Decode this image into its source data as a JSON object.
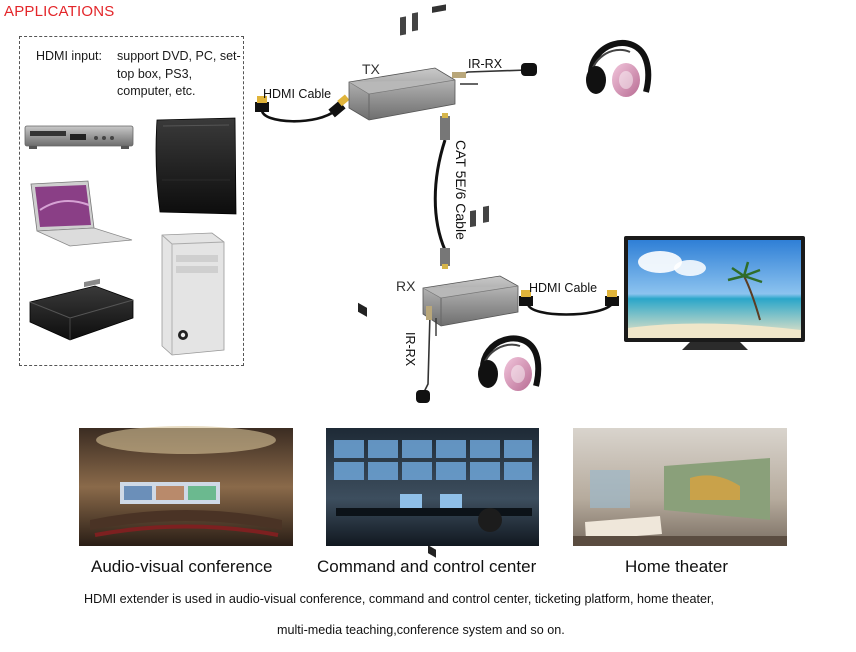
{
  "title": "APPLICATIONS",
  "source": {
    "label": "HDMI input:",
    "description": "support DVD, PC, set-top box, PS3, computer, etc."
  },
  "labels": {
    "tx": "TX",
    "rx": "RX",
    "hdmi_cable_tx": "HDMI Cable",
    "hdmi_cable_rx": "HDMI Cable",
    "ir_rx_tx": "IR-RX",
    "ir_rx_rx": "IR-RX",
    "cat_cable": "CAT 5E/6 Cable"
  },
  "scenarios": [
    {
      "caption": "Audio-visual conference",
      "icon": "conference-room-photo"
    },
    {
      "caption": "Command and control center",
      "icon": "control-center-photo"
    },
    {
      "caption": "Home theater",
      "icon": "home-theater-photo"
    }
  ],
  "footer": {
    "line1": "HDMI extender is used in audio-visual conference, command and control center, ticketing platform, home theater,",
    "line2": "multi-media teaching,conference system and so on."
  }
}
